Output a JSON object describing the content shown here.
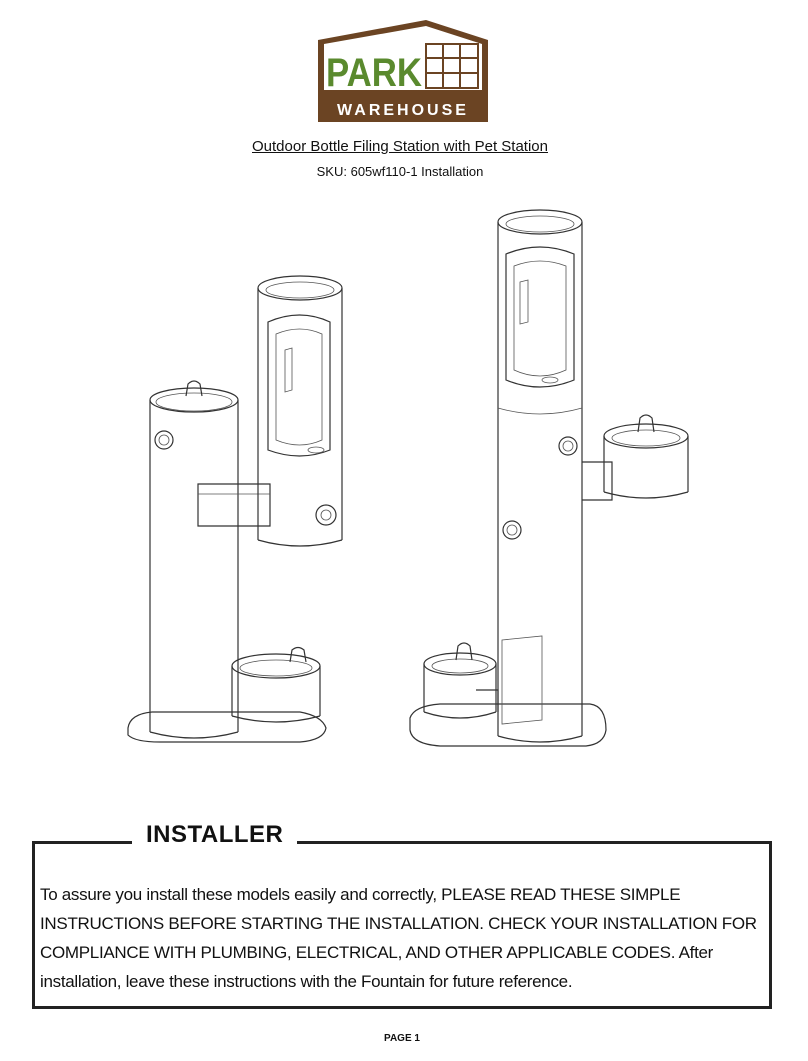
{
  "logo": {
    "brand_top": "PARK",
    "brand_bottom": "WAREHOUSE",
    "colors": {
      "green": "#5a8a2e",
      "brown": "#6b4423"
    }
  },
  "document": {
    "title": "Outdoor Bottle Filing Station with Pet Station",
    "sku_line": "SKU: 605wf110-1 Installation"
  },
  "installer": {
    "heading": "INSTALLER",
    "body": "To assure you install these models easily and correctly, PLEASE READ THESE SIMPLE INSTRUCTIONS BEFORE STARTING THE  INSTALLATION. CHECK YOUR INSTALLATION FOR COMPLIANCE WITH PLUMBING, ELECTRICAL, AND OTHER APPLICABLE CODES. After installation, leave these instructions with the Fountain for future reference."
  },
  "footer": {
    "page_label": "PAGE 1"
  }
}
